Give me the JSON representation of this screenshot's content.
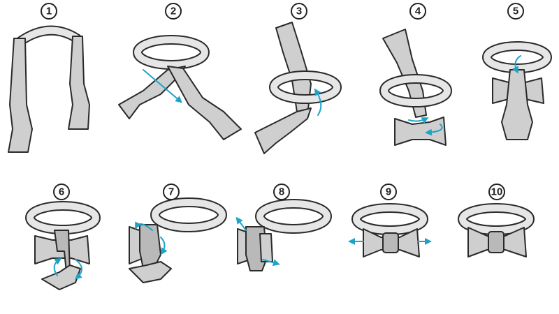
{
  "colors": {
    "tie_fill": "#cfcfcf",
    "outline": "#2a2a2a",
    "arrow": "#1ea3c8"
  },
  "steps": [
    {
      "label": "1"
    },
    {
      "label": "2"
    },
    {
      "label": "3"
    },
    {
      "label": "4"
    },
    {
      "label": "5"
    },
    {
      "label": "6"
    },
    {
      "label": "7"
    },
    {
      "label": "8"
    },
    {
      "label": "9"
    },
    {
      "label": "10"
    }
  ]
}
